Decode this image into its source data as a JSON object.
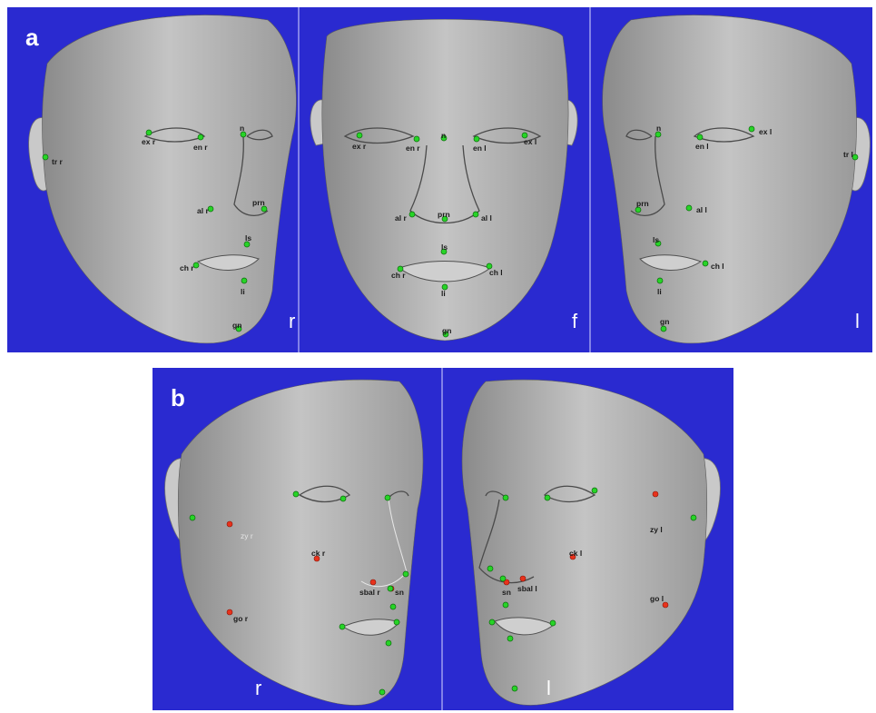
{
  "panels": {
    "a": {
      "label": "a",
      "views": [
        {
          "view_label": "r",
          "landmarks": [
            {
              "label": "ex r",
              "type": "green"
            },
            {
              "label": "en r",
              "type": "green"
            },
            {
              "label": "n",
              "type": "green"
            },
            {
              "label": "tr r",
              "type": "green"
            },
            {
              "label": "prn",
              "type": "green"
            },
            {
              "label": "al r",
              "type": "green"
            },
            {
              "label": "ls",
              "type": "green"
            },
            {
              "label": "ch r",
              "type": "green"
            },
            {
              "label": "li",
              "type": "green"
            },
            {
              "label": "gn",
              "type": "green"
            }
          ]
        },
        {
          "view_label": "f",
          "landmarks": [
            {
              "label": "n",
              "type": "green"
            },
            {
              "label": "ex r",
              "type": "green"
            },
            {
              "label": "en r",
              "type": "green"
            },
            {
              "label": "en l",
              "type": "green"
            },
            {
              "label": "ex l",
              "type": "green"
            },
            {
              "label": "prn",
              "type": "green"
            },
            {
              "label": "al r",
              "type": "green"
            },
            {
              "label": "al l",
              "type": "green"
            },
            {
              "label": "ls",
              "type": "green"
            },
            {
              "label": "ch r",
              "type": "green"
            },
            {
              "label": "ch l",
              "type": "green"
            },
            {
              "label": "li",
              "type": "green"
            },
            {
              "label": "gn",
              "type": "green"
            }
          ]
        },
        {
          "view_label": "l",
          "landmarks": [
            {
              "label": "n",
              "type": "green"
            },
            {
              "label": "en l",
              "type": "green"
            },
            {
              "label": "ex l",
              "type": "green"
            },
            {
              "label": "tr l",
              "type": "green"
            },
            {
              "label": "prn",
              "type": "green"
            },
            {
              "label": "al l",
              "type": "green"
            },
            {
              "label": "ls",
              "type": "green"
            },
            {
              "label": "ch l",
              "type": "green"
            },
            {
              "label": "li",
              "type": "green"
            },
            {
              "label": "gn",
              "type": "green"
            }
          ]
        }
      ]
    },
    "b": {
      "label": "b",
      "views": [
        {
          "view_label": "r",
          "landmarks": [
            {
              "label": "zy r",
              "type": "red"
            },
            {
              "label": "ck r",
              "type": "red"
            },
            {
              "label": "sbal r",
              "type": "red"
            },
            {
              "label": "sn",
              "type": "red"
            },
            {
              "label": "go r",
              "type": "red"
            }
          ]
        },
        {
          "view_label": "l",
          "landmarks": [
            {
              "label": "zy l",
              "type": "red"
            },
            {
              "label": "ck l",
              "type": "red"
            },
            {
              "label": "sn",
              "type": "red"
            },
            {
              "label": "sbal l",
              "type": "red"
            },
            {
              "label": "go l",
              "type": "red"
            }
          ]
        }
      ]
    }
  },
  "colors": {
    "background": "#2a2ad0",
    "landmark_green": "#27d427",
    "landmark_red": "#e8321c"
  }
}
